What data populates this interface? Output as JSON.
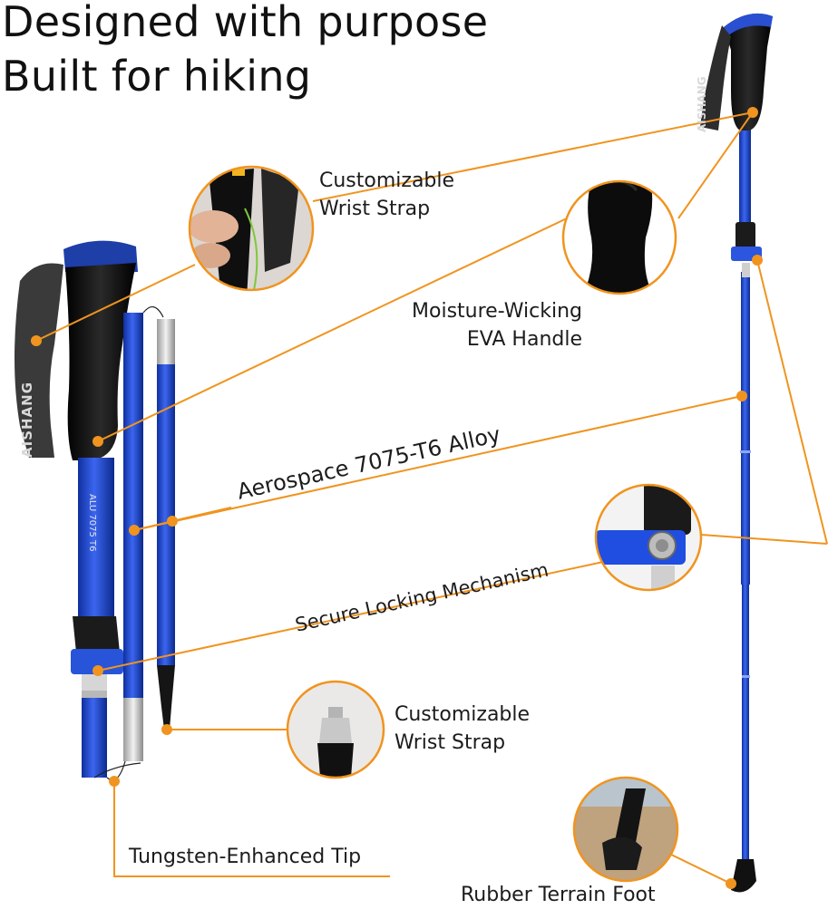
{
  "headline": {
    "line1": "Designed with purpose",
    "line2": "Built for hiking"
  },
  "brand_marking": "AISHANG",
  "shaft_marking": "ALU 7075 T6",
  "features": {
    "wrist_strap": {
      "line1": "Customizable",
      "line2": "Wrist Strap"
    },
    "handle": {
      "line1": "Moisture-Wicking",
      "line2": "EVA Handle"
    },
    "alloy": "Aerospace 7075-T6 Alloy",
    "lock": "Secure Locking Mechanism",
    "tip_detail": {
      "line1": "Customizable",
      "line2": "Wrist Strap"
    },
    "tungsten_tip": "Tungsten-Enhanced Tip",
    "foot": "Rubber Terrain Foot"
  },
  "colors": {
    "callout_orange": "#f0941f",
    "pole_blue": "#1a3fc4",
    "grip_black": "#0d0d0d"
  }
}
